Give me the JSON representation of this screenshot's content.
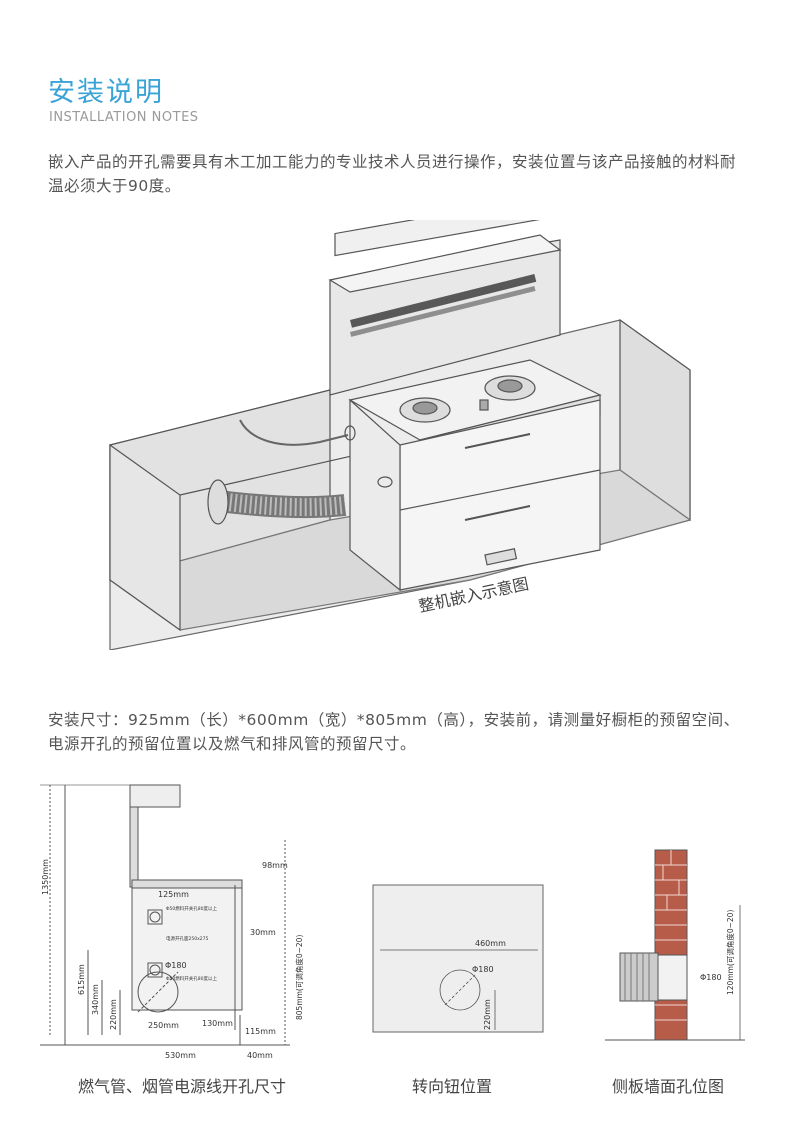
{
  "header": {
    "title": "安装说明",
    "subtitle": "INSTALLATION NOTES"
  },
  "intro_text": "嵌入产品的开孔需要具有木工加工能力的专业技术人员进行操作，安装位置与该产品接触的材料耐温必须大于90度。",
  "main_figure": {
    "caption": "整机嵌入示意图"
  },
  "size_text": "安装尺寸：925mm（长）*600mm（宽）*805mm（高），安装前，请测量好橱柜的预留空间、电源开孔的预留位置以及燃气和排风管的预留尺寸。",
  "diagram1": {
    "caption": "燃气管、烟管电源线开孔尺寸",
    "dims": {
      "d1350": "1350mm",
      "d615": "615mm",
      "d340": "340mm",
      "d220": "220mm",
      "d125": "125mm",
      "d98": "98mm",
      "d30": "30mm",
      "phi180": "Φ180",
      "d250": "250mm",
      "d130": "130mm",
      "d115": "115mm",
      "d530": "530mm",
      "d40": "40mm",
      "d805": "805mm(可调角度0~20)",
      "note1": "Φ50燃料开关孔80度以上",
      "note2": "电源开孔面250x275",
      "note3": "Φ50燃料开关孔80度以上"
    }
  },
  "diagram2": {
    "caption": "转向钮位置",
    "dims": {
      "d460": "460mm",
      "phi180": "Φ180",
      "d220": "220mm"
    }
  },
  "diagram3": {
    "caption": "侧板墙面孔位图",
    "dims": {
      "phi180": "Φ180",
      "d120": "120mm(可调角度0~20)"
    }
  }
}
